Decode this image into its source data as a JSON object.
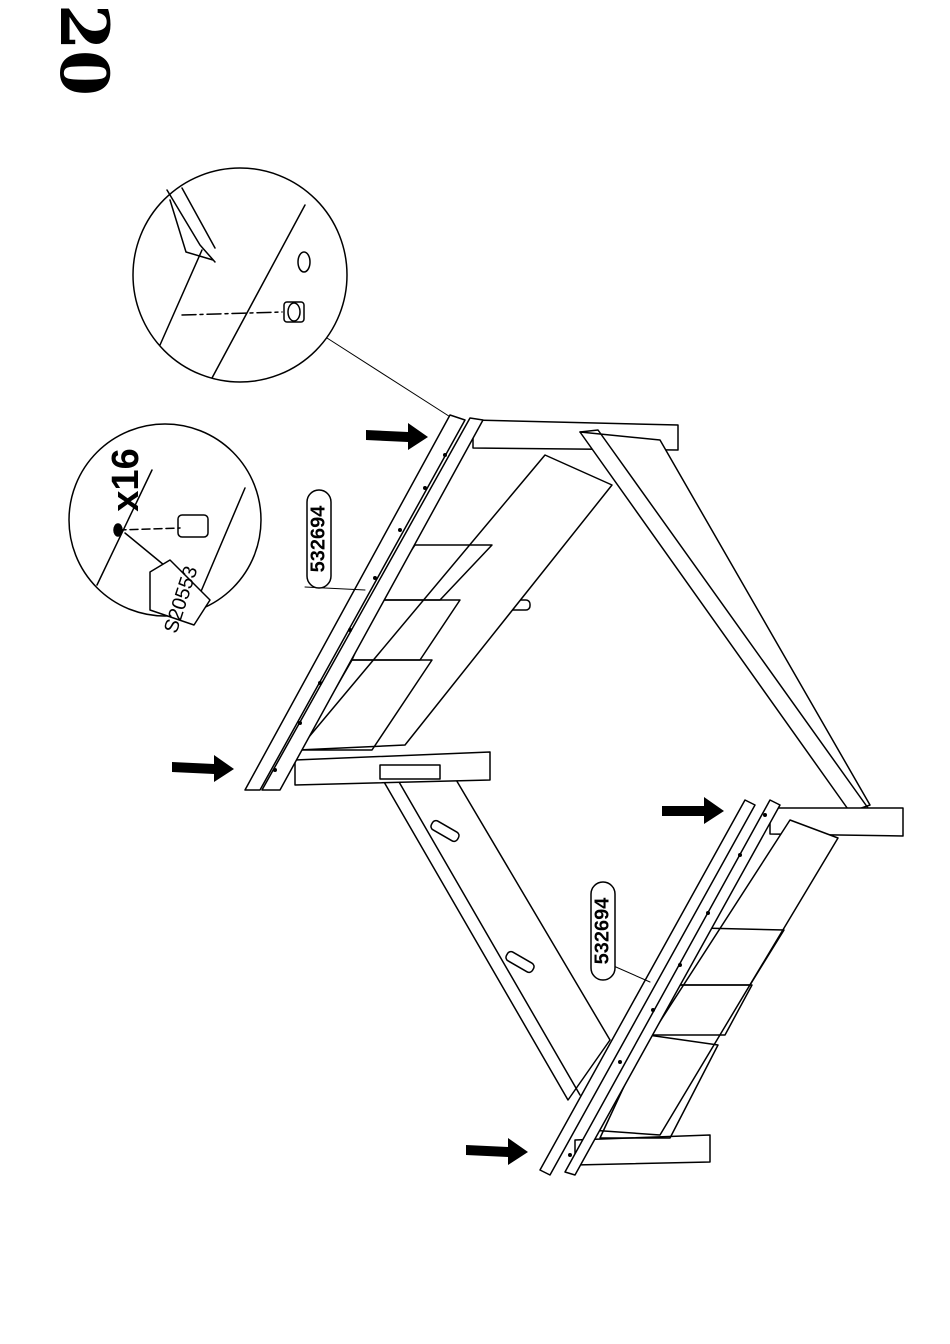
{
  "step": {
    "number": "20"
  },
  "detail_quantity": {
    "text": "x16"
  },
  "hardware_code": {
    "text": "S20553"
  },
  "part_labels": {
    "upper_rail": "532694",
    "lower_rail": "532694"
  },
  "icons": {
    "arrow": "arrow-right-icon",
    "dowel": "wood-dowel-icon"
  },
  "colors": {
    "ink": "#000000",
    "paper": "#ffffff"
  }
}
